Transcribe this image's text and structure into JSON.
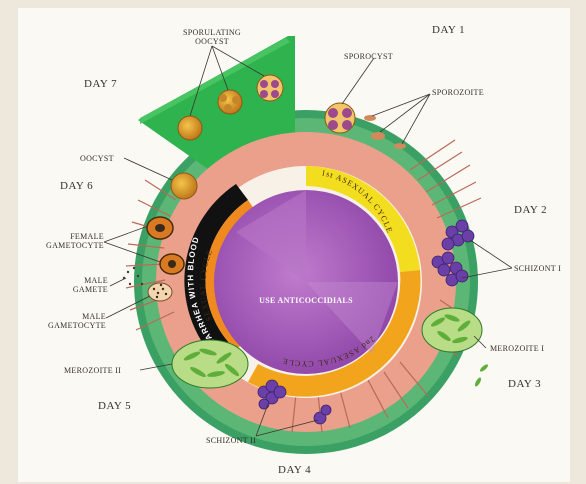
{
  "days": {
    "day1": "DAY 1",
    "day2": "DAY 2",
    "day3": "DAY 3",
    "day4": "DAY 4",
    "day5": "DAY 5",
    "day6": "DAY 6",
    "day7": "DAY 7"
  },
  "stages": {
    "sporulating_oocyst_1": "SPORULATING",
    "sporulating_oocyst_2": "OOCYST",
    "sporocyst": "SPOROCYST",
    "sporozoite": "SPOROZOITE",
    "schizont_1": "SCHIZONT I",
    "merozoite_1": "MEROZOITE I",
    "schizont_2": "SCHIZONT II",
    "merozoite_2": "MEROZOITE II",
    "male_gametocyte_1": "MALE",
    "male_gametocyte_2": "GAMETOCYTE",
    "male_gamete_1": "MALE",
    "male_gamete_2": "GAMETE",
    "female_gametocyte_1": "FEMALE",
    "female_gametocyte_2": "GAMETOCYTE",
    "oocyst": "OOCYST"
  },
  "cycles": {
    "first_asexual": "1st ASEXUAL CYCLE",
    "second_asexual": "2nd ASEXUAL CYCLE",
    "sexual": "SEXUAL CYCLE",
    "diarrhea": "DIARRHEA WITH BLOOD",
    "center": "USE ANTICOCCIDIALS"
  },
  "colors": {
    "outer_ring": "#3aa064",
    "sporulation_band": "#2fb34e",
    "first_cycle": "#f3dd1f",
    "second_cycle": "#f2a51c",
    "sexual_cycle": "#f08a1e",
    "diarrhea_band": "#111111",
    "center_disc": "#a85ab8",
    "epithelium": "#eaa08a",
    "schizont": "#6a3fa8",
    "merozoite": "#7cc34c"
  }
}
